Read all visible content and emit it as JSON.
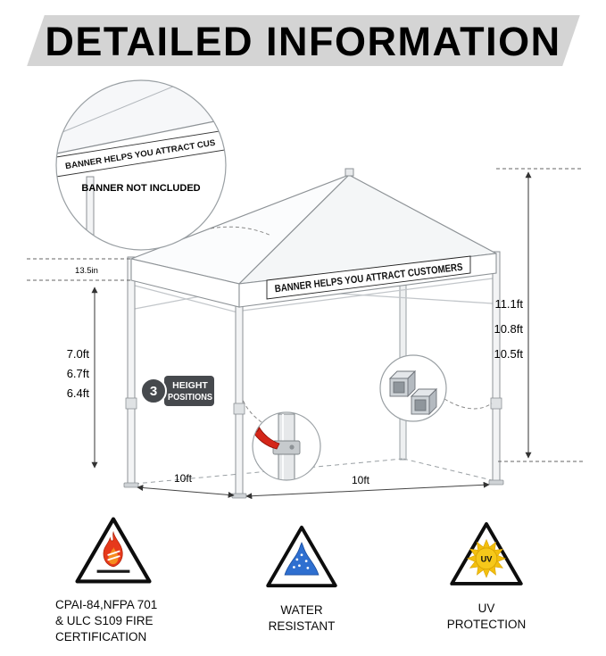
{
  "header": {
    "title": "DETAILED INFORMATION"
  },
  "tent": {
    "banner_text": "BANNER HELPS YOU ATTRACT CUSTOMERS",
    "inset": {
      "banner_text": "BANNER HELPS YOU ATTRACT CUS",
      "note": "BANNER NOT INCLUDED"
    },
    "dimensions": {
      "valance_height": "13.5in",
      "left_heights": [
        "7.0ft",
        "6.7ft",
        "6.4ft"
      ],
      "right_heights": [
        "11.1ft",
        "10.8ft",
        "10.5ft"
      ],
      "depth": "10ft",
      "width": "10ft"
    },
    "badge": {
      "count": "3",
      "line1": "HEIGHT",
      "line2": "POSITIONS"
    }
  },
  "features": {
    "fire": {
      "icon": "flame-warning-triangle",
      "caption": "CPAI-84,NFPA 701\n& ULC S109 FIRE\nCERTIFICATION"
    },
    "water": {
      "icon": "water-warning-triangle",
      "caption": "WATER\nRESISTANT"
    },
    "uv": {
      "icon": "sun-warning-triangle",
      "sun_label": "UV",
      "caption": "UV\nPROTECTION"
    }
  },
  "colors": {
    "header_bg": "#d4d4d4",
    "badge_bg": "#46494d",
    "lever_red": "#d42619",
    "flame_red": "#e6391b",
    "water_blue": "#2e6fd0",
    "sun_yellow": "#f6c81a"
  }
}
